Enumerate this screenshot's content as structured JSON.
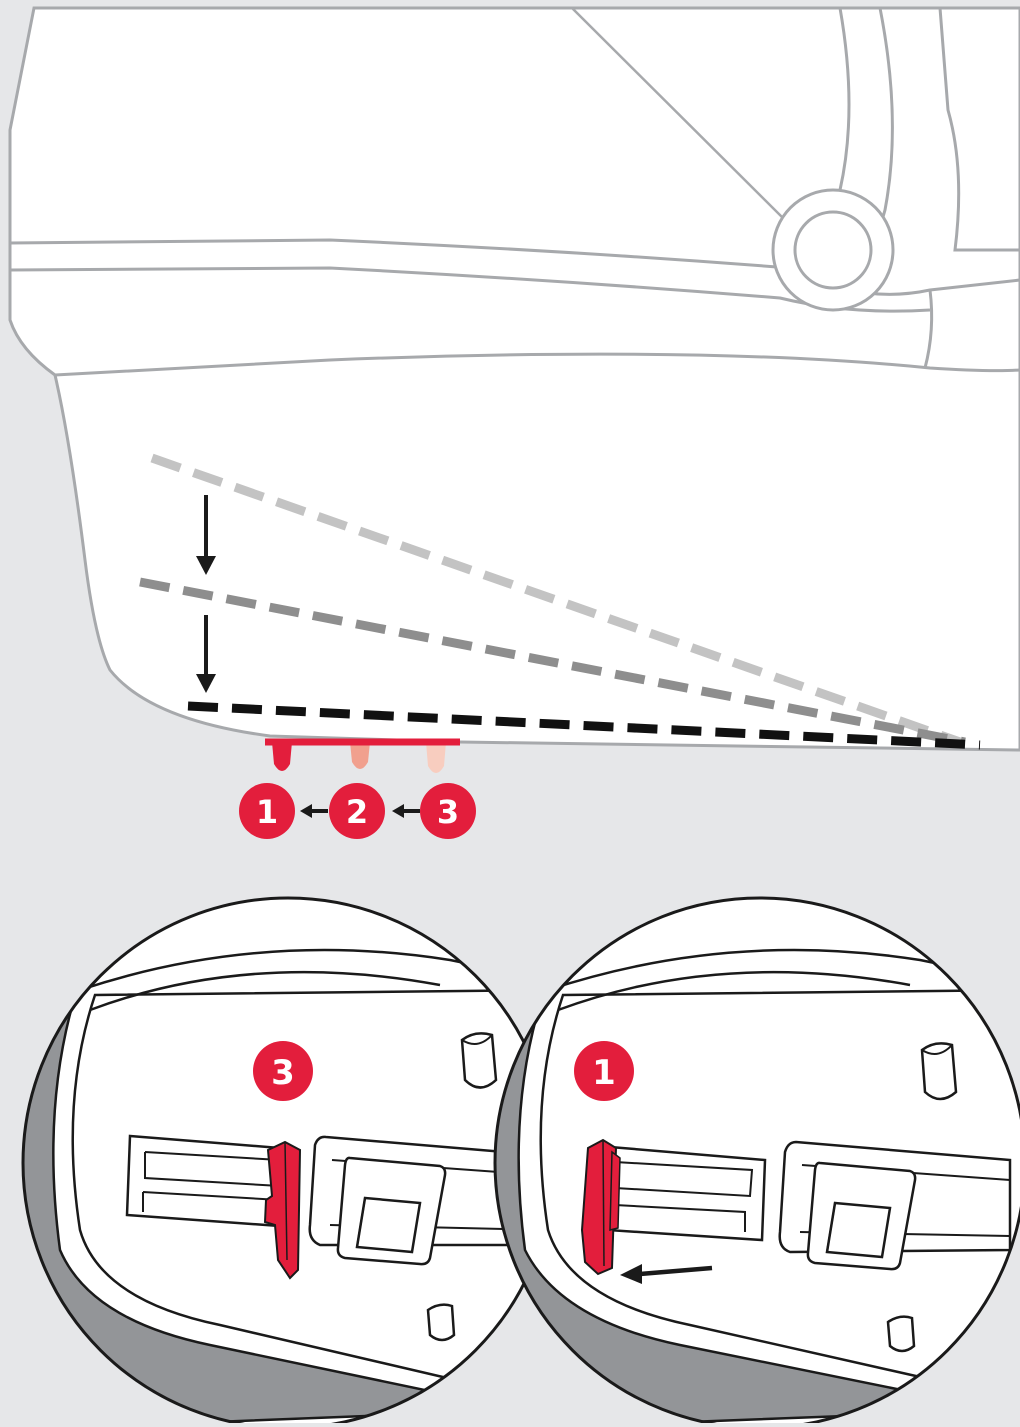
{
  "colors": {
    "background": "#e6e7e9",
    "seat_fill": "#ffffff",
    "outline": "#a7a9ac",
    "accent_red": "#e31e3c",
    "level_1_tab": "#e31e3c",
    "level_2_tab": "#f1a08e",
    "level_3_tab": "#f8cdbf",
    "dashes_dark": "#111111",
    "dashes_mid": "#8e8e8e",
    "dashes_light": "#c3c3c3",
    "ring_shadow": "#939598"
  },
  "steps": {
    "sequence": [
      "1",
      "2",
      "3"
    ],
    "arrow_direction": "right-to-left"
  },
  "detail_left": {
    "badge": "3"
  },
  "detail_right": {
    "badge": "1"
  },
  "icons": [
    "arrow-down-icon",
    "arrow-left-icon"
  ]
}
